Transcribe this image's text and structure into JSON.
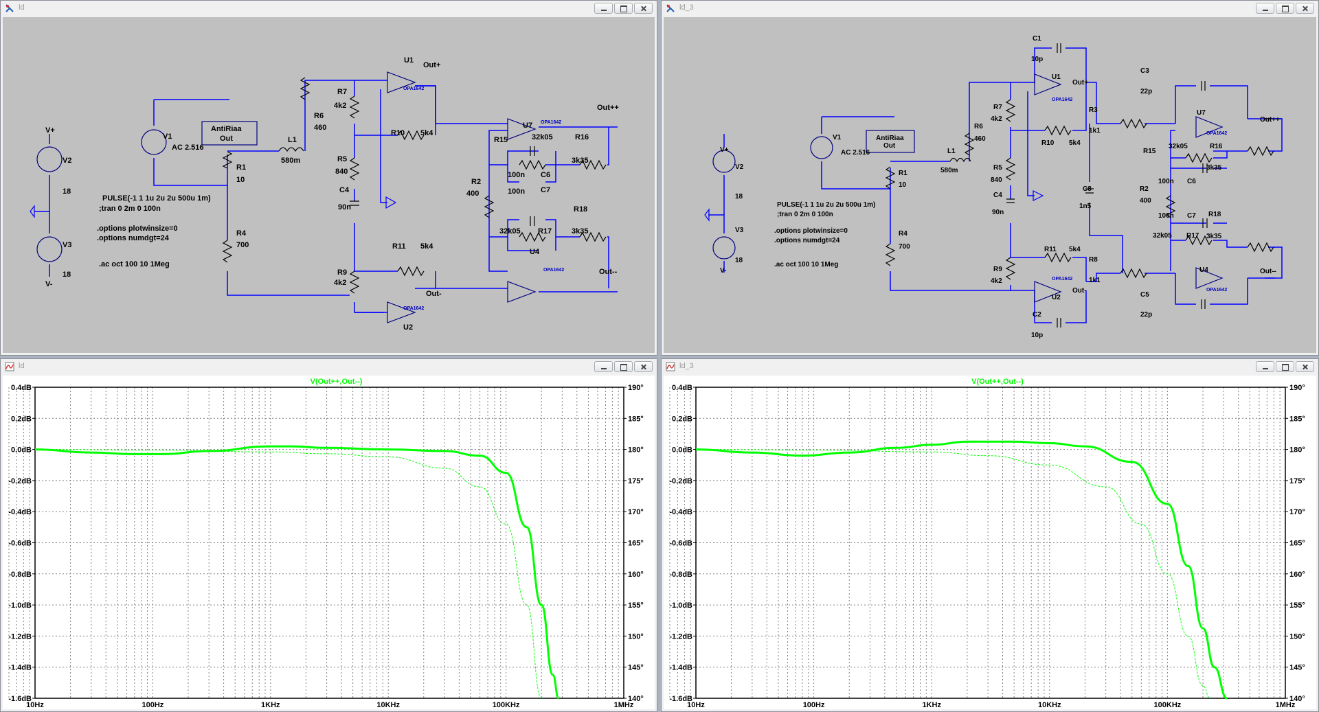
{
  "windows": [
    {
      "title": "ld"
    },
    {
      "title": "ld_3"
    },
    {
      "title": "ld"
    },
    {
      "title": "ld_3"
    }
  ],
  "schematic": {
    "v2": {
      "name": "V2",
      "value": "18",
      "pin": "V+"
    },
    "v3": {
      "name": "V3",
      "value": "18",
      "pin": "V-"
    },
    "v1": {
      "name": "V1",
      "value": "AC 2.516"
    },
    "antiriaa": {
      "line1": "AntiRiaa",
      "line2": "Out"
    },
    "r1": {
      "name": "R1",
      "value": "10"
    },
    "r4": {
      "name": "R4",
      "value": "700"
    },
    "l1": {
      "name": "L1",
      "value": "580m"
    },
    "r6": {
      "name": "R6",
      "value": "460"
    },
    "r7": {
      "name": "R7",
      "value": "4k2"
    },
    "r5": {
      "name": "R5",
      "value": "840"
    },
    "c4": {
      "name": "C4",
      "value": "90n"
    },
    "r9": {
      "name": "R9",
      "value": "4k2"
    },
    "r10": {
      "name": "R10",
      "value": "5k4"
    },
    "r11": {
      "name": "R11",
      "value": "5k4"
    },
    "u1": {
      "name": "U1",
      "model": "OPA1642",
      "out": "Out+"
    },
    "u2": {
      "name": "U2",
      "model": "OPA1642",
      "out": "Out-"
    },
    "u7": {
      "name": "U7",
      "model": "OPA1642",
      "out": "Out++"
    },
    "u4": {
      "name": "U4",
      "model": "OPA1642",
      "out": "Out--"
    },
    "r2": {
      "name": "R2",
      "value": "400"
    },
    "r15": {
      "name": "R15",
      "value": "32k05"
    },
    "r16": {
      "name": "R16",
      "value": "3k35"
    },
    "c6": {
      "name": "C6",
      "value": "100n"
    },
    "c7": {
      "name": "C7",
      "value": "100n"
    },
    "r17": {
      "name": "R17",
      "value": "32k05"
    },
    "r18": {
      "name": "R18",
      "value": "3k35"
    },
    "c1": {
      "name": "C1",
      "value": "10p"
    },
    "c2": {
      "name": "C2",
      "value": "10p"
    },
    "c3": {
      "name": "C3",
      "value": "22p"
    },
    "c5": {
      "name": "C5",
      "value": "22p"
    },
    "c8": {
      "name": "C8",
      "value": "1n5"
    },
    "r3": {
      "name": "R3",
      "value": "1k1"
    },
    "r8": {
      "name": "R8",
      "value": "1k1"
    },
    "directives": [
      "PULSE(-1 1 1u 2u 2u 500u 1m)",
      ";tran 0 2m 0 100n",
      ".options plotwinsize=0",
      ".options numdgt=24",
      ".ac oct 100 10 1Meg"
    ]
  },
  "plots": {
    "trace_label": "V(Out++,Out--)",
    "trace_color": "#00ff00",
    "y_left_ticks": [
      "0.4dB",
      "0.2dB",
      "0.0dB",
      "-0.2dB",
      "-0.4dB",
      "-0.6dB",
      "-0.8dB",
      "-1.0dB",
      "-1.2dB",
      "-1.4dB",
      "-1.6dB"
    ],
    "y_right_ticks": [
      "190°",
      "185°",
      "180°",
      "175°",
      "170°",
      "165°",
      "160°",
      "155°",
      "150°",
      "145°",
      "140°"
    ],
    "x_ticks": [
      "10Hz",
      "100Hz",
      "1KHz",
      "10KHz",
      "100KHz",
      "1MHz"
    ]
  },
  "chart_data": [
    {
      "type": "line",
      "title": "V(Out++,Out--)",
      "xlabel": "",
      "ylabel": "",
      "x_scale": "log",
      "xlim": [
        10,
        1000000
      ],
      "ylim": [
        -1.6,
        0.4
      ],
      "y2lim": [
        140,
        190
      ],
      "grid": true,
      "series": [
        {
          "name": "V(Out++,Out--)",
          "kind": "magnitude_dB",
          "x": [
            10,
            30,
            70,
            120,
            300,
            1000,
            1500,
            3000,
            10000,
            30000,
            60000,
            100000,
            150000,
            200000,
            250000,
            280000
          ],
          "y": [
            0.0,
            -0.02,
            -0.03,
            -0.03,
            -0.01,
            0.02,
            0.02,
            0.01,
            0.0,
            -0.01,
            -0.04,
            -0.15,
            -0.5,
            -1.0,
            -1.45,
            -1.6
          ]
        },
        {
          "kind": "phase_deg",
          "x": [
            10,
            100,
            1000,
            3000,
            10000,
            30000,
            60000,
            100000,
            150000,
            200000
          ],
          "y": [
            180.0,
            179.9,
            179.6,
            179.3,
            178.8,
            177.0,
            174.0,
            168.0,
            155.0,
            140.0
          ]
        }
      ]
    },
    {
      "type": "line",
      "title": "V(Out++,Out--)",
      "xlabel": "",
      "ylabel": "",
      "x_scale": "log",
      "xlim": [
        10,
        1000000
      ],
      "ylim": [
        -1.6,
        0.4
      ],
      "y2lim": [
        140,
        190
      ],
      "grid": true,
      "series": [
        {
          "name": "V(Out++,Out--)",
          "kind": "magnitude_dB",
          "x": [
            10,
            30,
            80,
            200,
            500,
            1000,
            2000,
            5000,
            10000,
            20000,
            50000,
            100000,
            150000,
            200000,
            250000,
            320000
          ],
          "y": [
            0.0,
            -0.02,
            -0.04,
            -0.02,
            0.01,
            0.03,
            0.05,
            0.05,
            0.04,
            0.02,
            -0.08,
            -0.35,
            -0.75,
            -1.15,
            -1.4,
            -1.6
          ]
        },
        {
          "kind": "phase_deg",
          "x": [
            10,
            100,
            1000,
            3000,
            10000,
            30000,
            60000,
            100000,
            150000,
            200000,
            230000
          ],
          "y": [
            180.0,
            179.9,
            179.6,
            179.0,
            177.5,
            174.0,
            168.0,
            160.0,
            150.0,
            142.0,
            140.0
          ]
        }
      ]
    }
  ]
}
